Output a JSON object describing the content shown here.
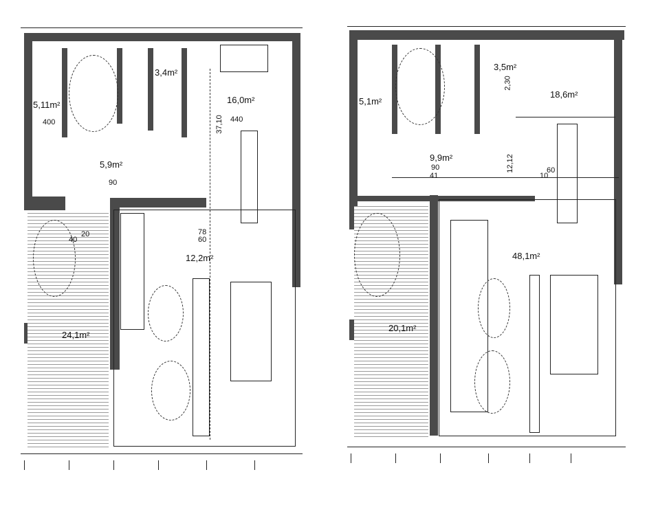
{
  "plans": [
    {
      "name": "left-floor-plan",
      "rooms": [
        {
          "id": "bath",
          "area": "5,11m²"
        },
        {
          "id": "stair",
          "area": "3,4m²"
        },
        {
          "id": "wc",
          "area": "5,9m²"
        },
        {
          "id": "kitchen",
          "area": "16,0m²"
        },
        {
          "id": "living",
          "area": "12,2m²"
        },
        {
          "id": "terrace",
          "area": "24,1m²"
        }
      ],
      "dims": [
        "400",
        "37,10",
        "440",
        "78",
        "60",
        "20",
        "40",
        "90"
      ]
    },
    {
      "name": "right-floor-plan",
      "rooms": [
        {
          "id": "bath",
          "area": "5,1m²"
        },
        {
          "id": "storage",
          "area": "3,5m²"
        },
        {
          "id": "bedroom",
          "area": "18,6m²"
        },
        {
          "id": "hall",
          "area": "9,9m²"
        },
        {
          "id": "living",
          "area": "48,1m²"
        },
        {
          "id": "terrace",
          "area": "20,1m²"
        }
      ],
      "dims": [
        "2,30",
        "12,12",
        "60",
        "10",
        "90",
        "41"
      ]
    }
  ]
}
